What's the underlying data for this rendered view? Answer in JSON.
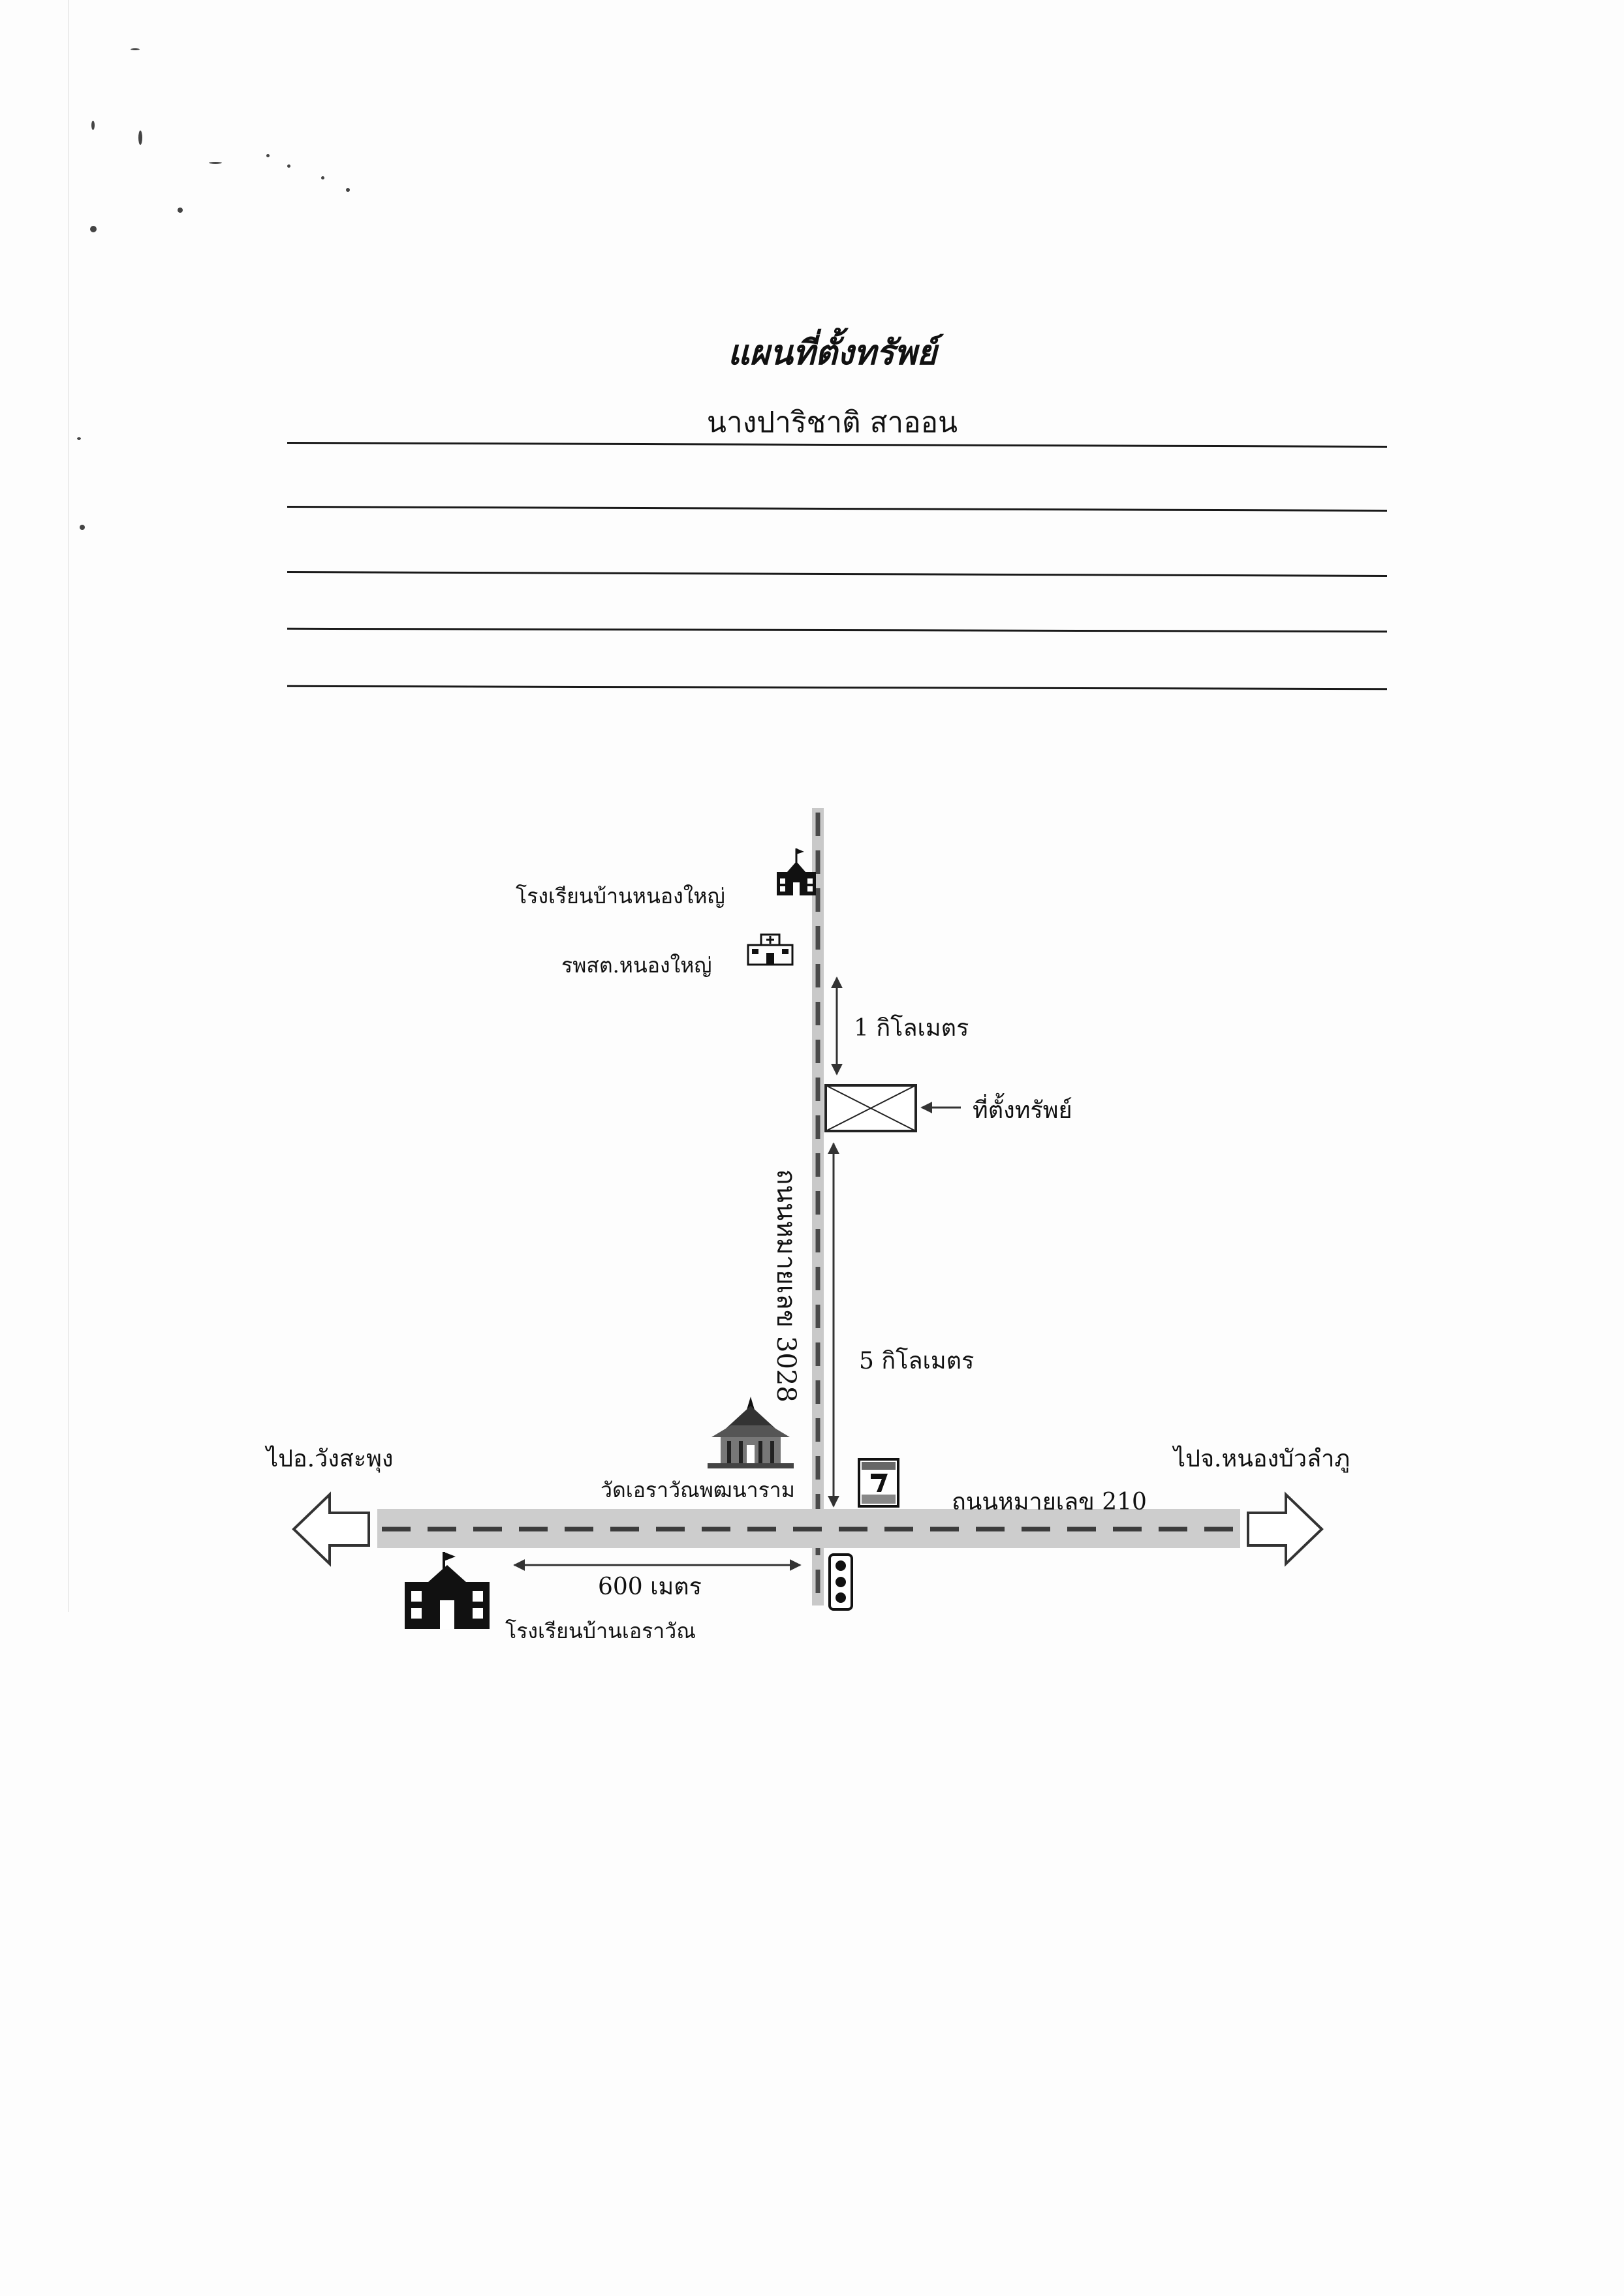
{
  "document": {
    "title": "แผนที่ตั้งทรัพย์",
    "owner_name": "นางปาริชาติ สาออน"
  },
  "map": {
    "landmarks": {
      "school_north": "โรงเรียนบ้านหนองใหญ่",
      "health_center": "รพสต.หนองใหญ่",
      "property": "ที่ตั้งทรัพย์",
      "temple": "วัดเอราวัณพฒนาราม",
      "school_south": "โรงเรียนบ้านเอราวัณ"
    },
    "roads": {
      "vertical": "ถนนหมายเลข 3028",
      "horizontal": "ถนนหมายเลข 210"
    },
    "distances": {
      "north_segment": "1 กิโลเมตร",
      "south_segment": "5 กิโลเมตร",
      "west_segment": "600 เมตร"
    },
    "directions": {
      "west": "ไปอ.วังสะพุง",
      "east": "ไปจ.หนองบัวลำภู"
    },
    "icons": [
      "school-icon",
      "hospital-icon",
      "property-box-icon",
      "temple-icon",
      "seven-eleven-icon",
      "traffic-light-icon"
    ]
  }
}
